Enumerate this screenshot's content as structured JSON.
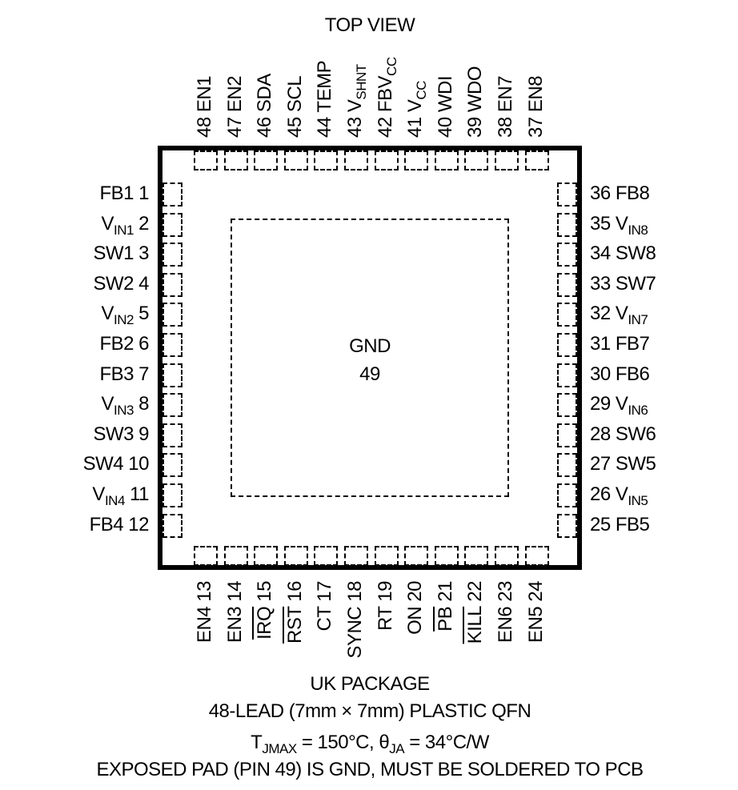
{
  "title": "TOP VIEW",
  "exposed_pad": {
    "name": "GND",
    "number": "49"
  },
  "package": {
    "name": "UK PACKAGE",
    "description": "48-LEAD (7mm × 7mm) PLASTIC QFN",
    "thermal": {
      "tjmax_label": "T",
      "tjmax_sub": "JMAX",
      "tjmax_value": " = 150°C, ",
      "theta_label": "θ",
      "theta_sub": "JA",
      "theta_value": " = 34°C/W"
    },
    "note": "EXPOSED PAD (PIN 49) IS GND, MUST BE SOLDERED TO PCB"
  },
  "pins": {
    "left": [
      {
        "num": "1",
        "name": "FB1"
      },
      {
        "num": "2",
        "name": "V",
        "sub": "IN1"
      },
      {
        "num": "3",
        "name": "SW1"
      },
      {
        "num": "4",
        "name": "SW2"
      },
      {
        "num": "5",
        "name": "V",
        "sub": "IN2"
      },
      {
        "num": "6",
        "name": "FB2"
      },
      {
        "num": "7",
        "name": "FB3"
      },
      {
        "num": "8",
        "name": "V",
        "sub": "IN3"
      },
      {
        "num": "9",
        "name": "SW3"
      },
      {
        "num": "10",
        "name": "SW4"
      },
      {
        "num": "11",
        "name": "V",
        "sub": "IN4"
      },
      {
        "num": "12",
        "name": "FB4"
      }
    ],
    "bottom": [
      {
        "num": "13",
        "name": "EN4"
      },
      {
        "num": "14",
        "name": "EN3"
      },
      {
        "num": "15",
        "name": "IRQ",
        "overbar": true
      },
      {
        "num": "16",
        "name": "RST",
        "overbar": true
      },
      {
        "num": "17",
        "name": "CT"
      },
      {
        "num": "18",
        "name": "SYNC"
      },
      {
        "num": "19",
        "name": "RT"
      },
      {
        "num": "20",
        "name": "ON"
      },
      {
        "num": "21",
        "name": "PB",
        "overbar": true
      },
      {
        "num": "22",
        "name": "KILL",
        "overbar": true
      },
      {
        "num": "23",
        "name": "EN6"
      },
      {
        "num": "24",
        "name": "EN5"
      }
    ],
    "right": [
      {
        "num": "36",
        "name": "FB8"
      },
      {
        "num": "35",
        "name": "V",
        "sub": "IN8"
      },
      {
        "num": "34",
        "name": "SW8"
      },
      {
        "num": "33",
        "name": "SW7"
      },
      {
        "num": "32",
        "name": "V",
        "sub": "IN7"
      },
      {
        "num": "31",
        "name": "FB7"
      },
      {
        "num": "30",
        "name": "FB6"
      },
      {
        "num": "29",
        "name": "V",
        "sub": "IN6"
      },
      {
        "num": "28",
        "name": "SW6"
      },
      {
        "num": "27",
        "name": "SW5"
      },
      {
        "num": "26",
        "name": "V",
        "sub": "IN5"
      },
      {
        "num": "25",
        "name": "FB5"
      }
    ],
    "top": [
      {
        "num": "48",
        "name": "EN1"
      },
      {
        "num": "47",
        "name": "EN2"
      },
      {
        "num": "46",
        "name": "SDA"
      },
      {
        "num": "45",
        "name": "SCL"
      },
      {
        "num": "44",
        "name": "TEMP"
      },
      {
        "num": "43",
        "name": "V",
        "sub": "SHNT"
      },
      {
        "num": "42",
        "name": "FBV",
        "sub": "CC"
      },
      {
        "num": "41",
        "name": "V",
        "sub": "CC"
      },
      {
        "num": "40",
        "name": "WDI"
      },
      {
        "num": "39",
        "name": "WDO"
      },
      {
        "num": "38",
        "name": "EN7"
      },
      {
        "num": "37",
        "name": "EN8"
      }
    ]
  }
}
